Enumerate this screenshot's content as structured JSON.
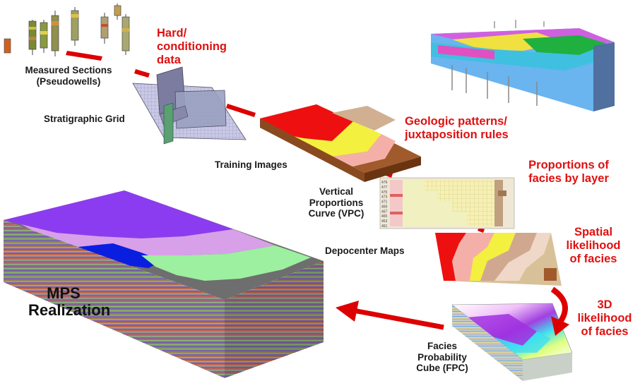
{
  "labels": {
    "measured_sections": "Measured Sections\n(Pseudowells)",
    "stratigraphic_grid": "Stratigraphic Grid",
    "training_images": "Training Images",
    "vpc": "Vertical\nProportions\nCurve (VPC)",
    "depocenter_maps": "Depocenter Maps",
    "fpc": "Facies\nProbability\nCube (FPC)",
    "mps": "MPS\nRealization"
  },
  "annotations": {
    "hard_data": "Hard/\nconditioning\ndata",
    "geologic_patterns": "Geologic patterns/\njuxtaposition rules",
    "proportions": "Proportions of\nfacies by layer",
    "spatial": "Spatial\nlikelihood\nof facies",
    "likelihood_3d": "3D\nlikelihood\nof facies"
  },
  "vpc_layers": [
    "479",
    "477",
    "475",
    "473",
    "471",
    "469",
    "467",
    "465",
    "463",
    "461"
  ],
  "colors": {
    "annotation_red": "#e01010",
    "arrow_red": "#dd0000",
    "mps_purple": "#8c3cf0",
    "mps_pink": "#d8a0e8",
    "mps_blue": "#0a1ee0",
    "mps_green": "#9cf0a0",
    "mps_gray": "#6e6e6e",
    "ti_red": "#ee1010",
    "ti_pink": "#f4b0a8",
    "ti_yellow": "#f4f040",
    "ti_brown": "#a05a2c",
    "ti_tan": "#d0b090"
  }
}
